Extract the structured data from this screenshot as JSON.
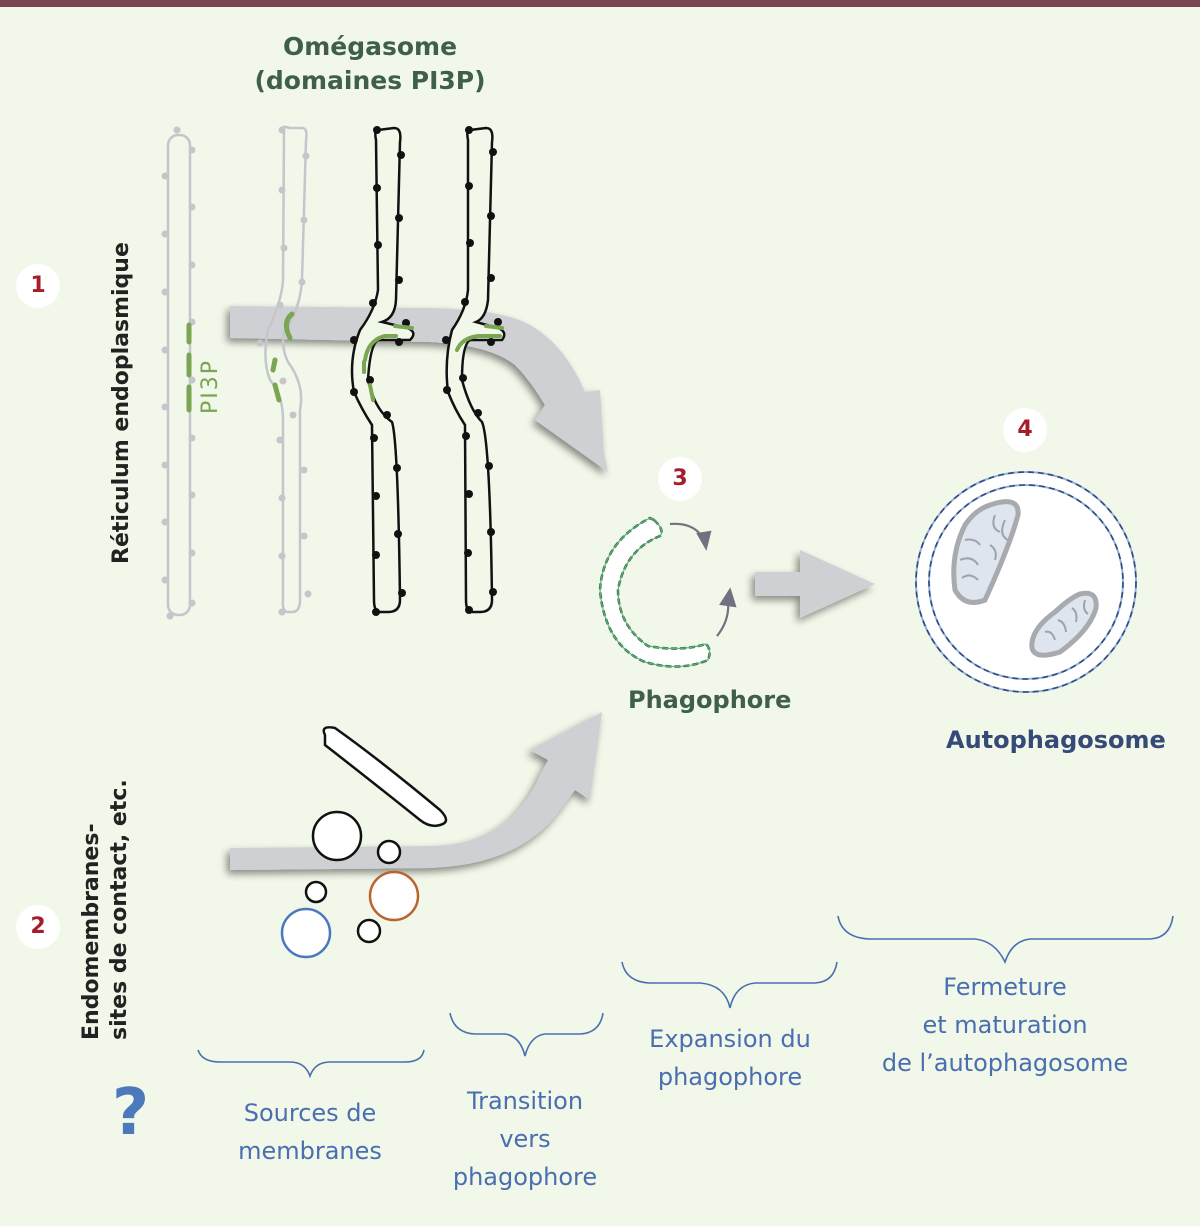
{
  "header": {
    "bar_color": "#7a4552"
  },
  "title": {
    "line1": "Omégasome",
    "line2": "(domaines PI3P)"
  },
  "badges": [
    {
      "number": "1",
      "label": "Réticulum endoplasmique"
    },
    {
      "number": "2",
      "label_line1": "Endomembranes-",
      "label_line2": "sites de contact, etc."
    },
    {
      "number": "3",
      "label": "Phagophore"
    },
    {
      "number": "4",
      "label": "Autophagosome"
    }
  ],
  "er_annotation": "PI3P",
  "steps": [
    {
      "lines": [
        "Sources de",
        "membranes"
      ]
    },
    {
      "lines": [
        "Transition",
        "vers",
        "phagophore"
      ]
    },
    {
      "lines": [
        "Expansion du",
        "phagophore"
      ]
    },
    {
      "lines": [
        "Fermeture",
        "et maturation",
        "de l’autophagosome"
      ]
    }
  ],
  "unknown_marker": "?",
  "colors": {
    "background": "#f1f7e9",
    "badge_number": "#a51c2a",
    "omegasome_title": "#3f5f4c",
    "pi3p_green": "#7aa552",
    "autophagosome_title": "#364a78",
    "step_text": "#4a6fb0",
    "arrow_gray": "#cfd0d3",
    "er_faint": "#c4c6cc",
    "vesicle_orange": "#b8642e",
    "vesicle_blue": "#4a78c0"
  }
}
